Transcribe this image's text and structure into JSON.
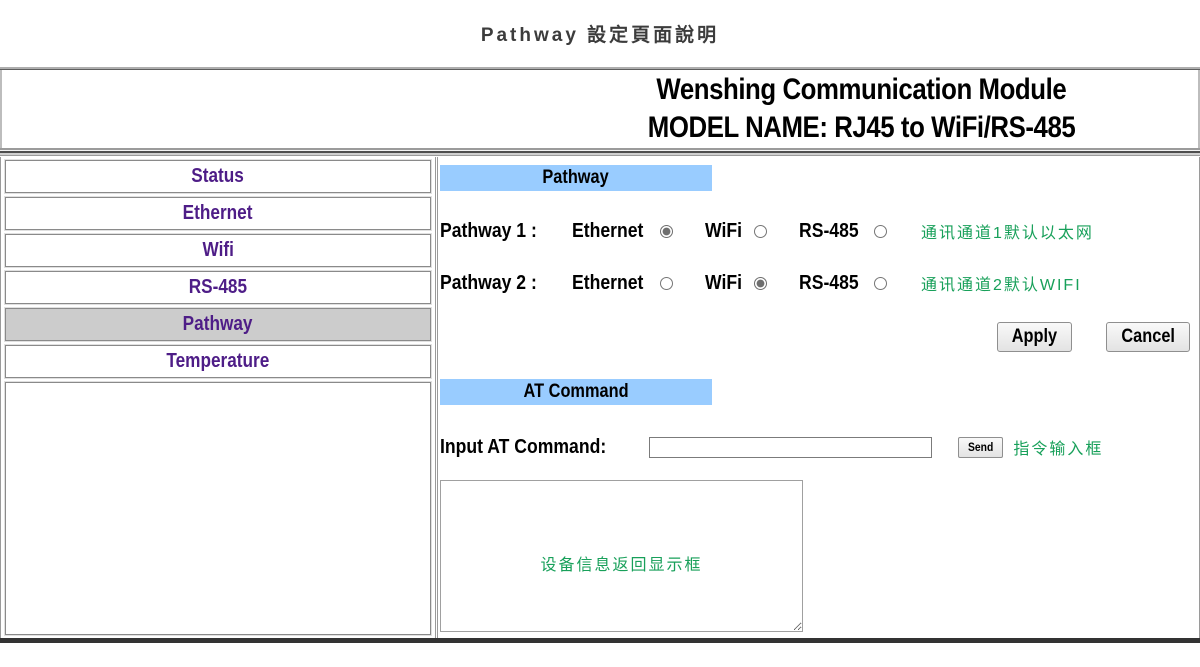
{
  "page": {
    "title": "Pathway 設定頁面說明"
  },
  "header": {
    "line1": "Wenshing Communication Module",
    "line2": "MODEL NAME: RJ45 to WiFi/RS-485"
  },
  "sidebar": {
    "items": [
      {
        "label": "Status",
        "active": false
      },
      {
        "label": "Ethernet",
        "active": false
      },
      {
        "label": "Wifi",
        "active": false
      },
      {
        "label": "RS-485",
        "active": false
      },
      {
        "label": "Pathway",
        "active": true
      },
      {
        "label": "Temperature",
        "active": false
      }
    ]
  },
  "pathway": {
    "title": "Pathway",
    "rows": [
      {
        "label": "Pathway 1 :",
        "options": [
          "Ethernet",
          "WiFi",
          "RS-485"
        ],
        "selected": "Ethernet",
        "note": "通讯通道1默认以太网"
      },
      {
        "label": "Pathway 2 :",
        "options": [
          "Ethernet",
          "WiFi",
          "RS-485"
        ],
        "selected": "WiFi",
        "note": "通讯通道2默认WIFI"
      }
    ],
    "apply_label": "Apply",
    "cancel_label": "Cancel"
  },
  "at_command": {
    "title": "AT Command",
    "input_label": "Input AT Command:",
    "input_value": "",
    "input_placeholder": "",
    "send_label": "Send",
    "input_note": "指令输入框",
    "output_note": "设备信息返回显示框",
    "output_value": ""
  },
  "colors": {
    "accent_blue": "#99CCFF",
    "link_purple": "#4E1D87",
    "note_green": "#18A05A",
    "active_row_gray": "#CCCCCC",
    "bottom_bar": "#333333"
  }
}
